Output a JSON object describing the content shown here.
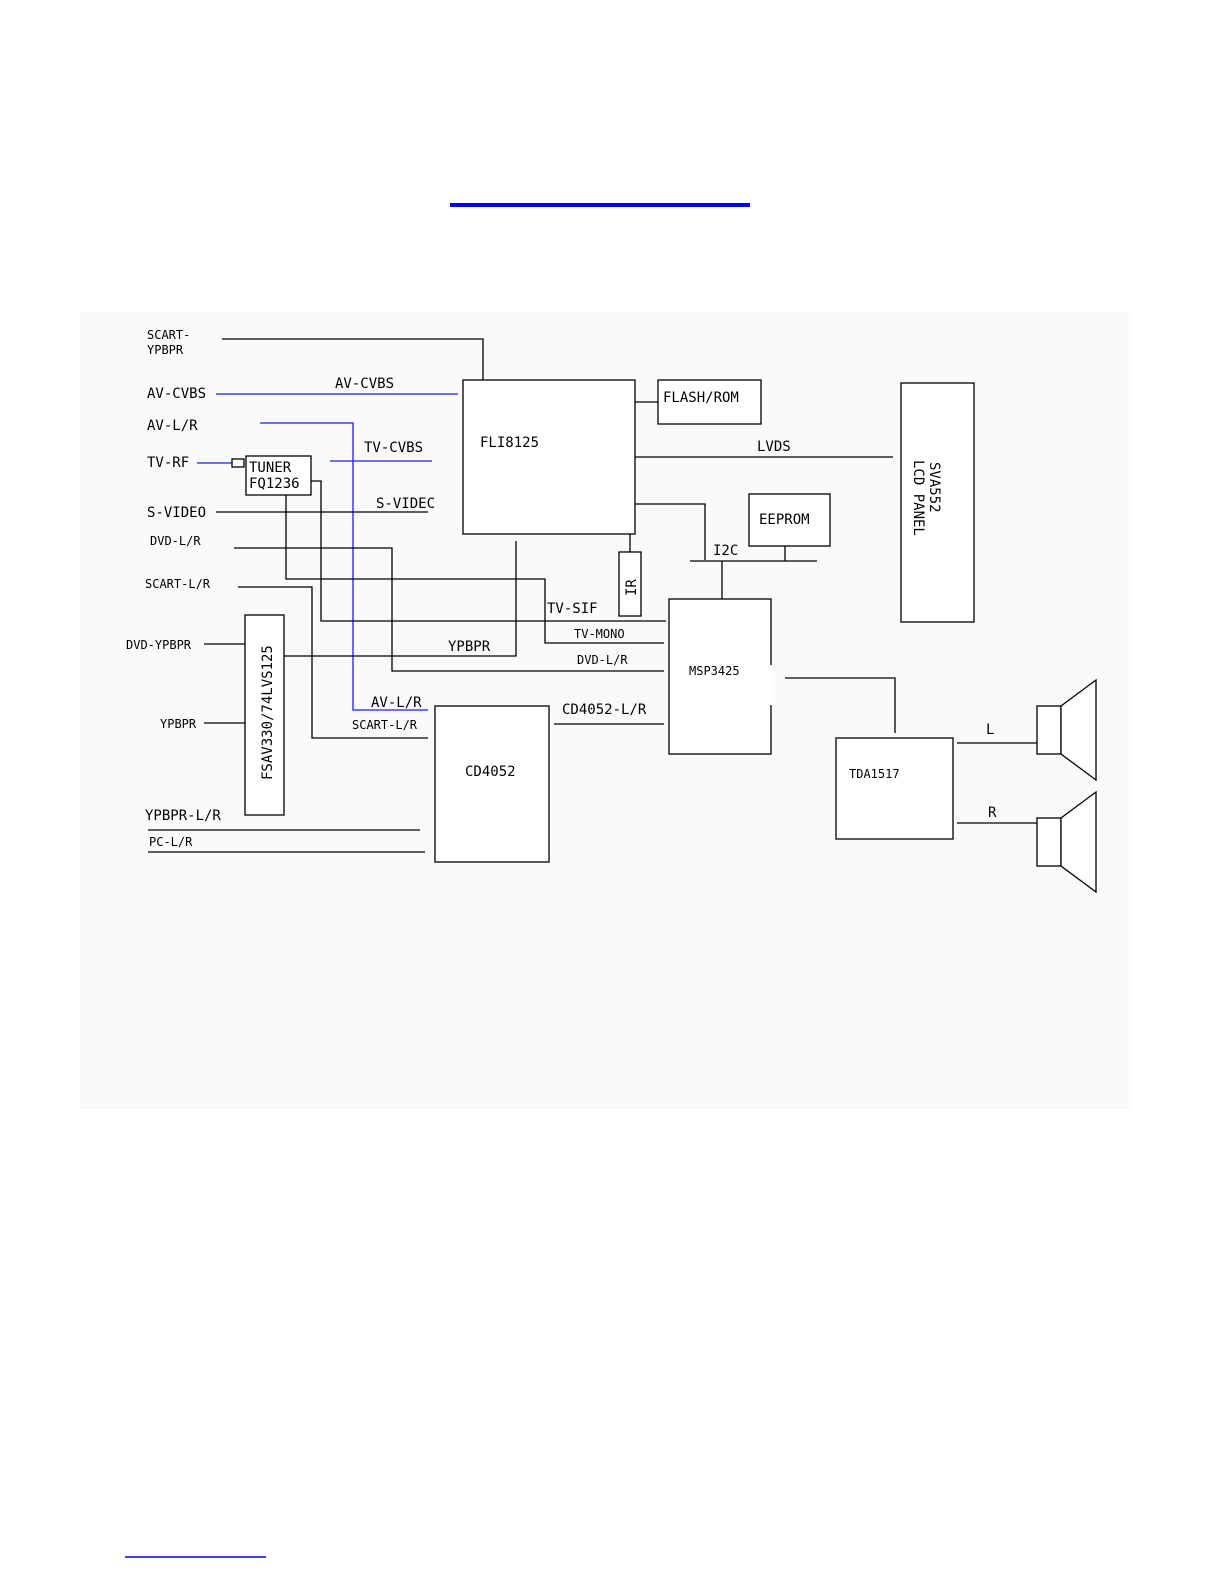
{
  "header_rule_color": "#0000ee",
  "signal_line_color": "#1a1aff",
  "blocks": {
    "fli8125": "FLI8125",
    "flash_rom": "FLASH/ROM",
    "eeprom": "EEPROM",
    "lcd_panel_model": "SVA552",
    "lcd_panel_type": "LCD PANEL",
    "tuner_name": "TUNER",
    "tuner_model": "FQ1236",
    "fsav": "FSAV330/74LVS125",
    "ir": "IR",
    "msp3425": "MSP3425",
    "cd4052": "CD4052",
    "tda1517": "TDA1517"
  },
  "inputs": {
    "scart_ypbpr_1": "SCART-",
    "scart_ypbpr_2": "YPBPR",
    "av_cvbs": "AV-CVBS",
    "av_lr": "AV-L/R",
    "tv_rf": "TV-RF",
    "s_video": "S-VIDEO",
    "dvd_lr": "DVD-L/R",
    "scart_lr": "SCART-L/R",
    "dvd_ypbpr": "DVD-YPBPR",
    "ypbpr": "YPBPR",
    "ypbpr_lr": "YPBPR-L/R",
    "pc_lr": "PC-L/R"
  },
  "signals": {
    "av_cvbs": "AV-CVBS",
    "tv_cvbs": "TV-CVBS",
    "s_video": "S-VIDEC",
    "lvds": "LVDS",
    "i2c": "I2C",
    "tv_sif": "TV-SIF",
    "tv_mono": "TV-MONO",
    "dvd_lr": "DVD-L/R",
    "ypbpr": "YPBPR",
    "av_lr": "AV-L/R",
    "scart_lr": "SCART-L/R",
    "cd4052_lr": "CD4052-L/R",
    "speaker_l": "L",
    "speaker_r": "R"
  }
}
